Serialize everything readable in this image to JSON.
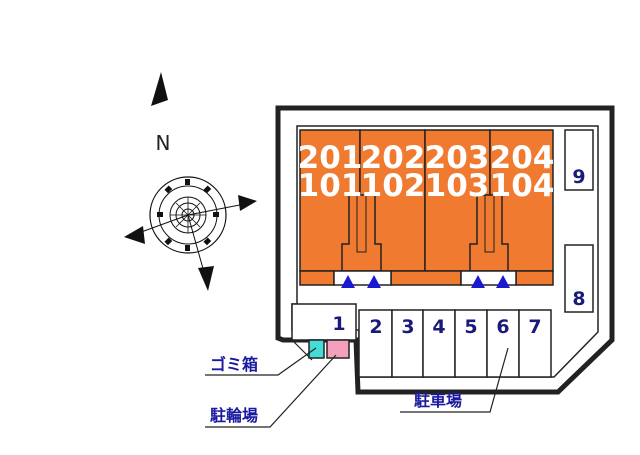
{
  "compass": {
    "north_label": "N",
    "icon": "compass-rose-icon"
  },
  "units": [
    {
      "upper": "201",
      "lower": "101"
    },
    {
      "upper": "202",
      "lower": "102"
    },
    {
      "upper": "203",
      "lower": "103"
    },
    {
      "upper": "204",
      "lower": "104"
    }
  ],
  "parking": {
    "spaces": [
      "1",
      "2",
      "3",
      "4",
      "5",
      "6",
      "7",
      "8",
      "9"
    ],
    "label": "駐車場"
  },
  "legend": {
    "garbage_label": "ゴミ箱",
    "bicycle_label": "駐輪場"
  },
  "colors": {
    "unit_fill": "#f07a30",
    "outline": "#222222",
    "entrance_marker": "#1a1ad0",
    "garbage_box": "#44dcd6",
    "bicycle_box": "#f4a0bc",
    "label_text": "#1a1a7a"
  }
}
